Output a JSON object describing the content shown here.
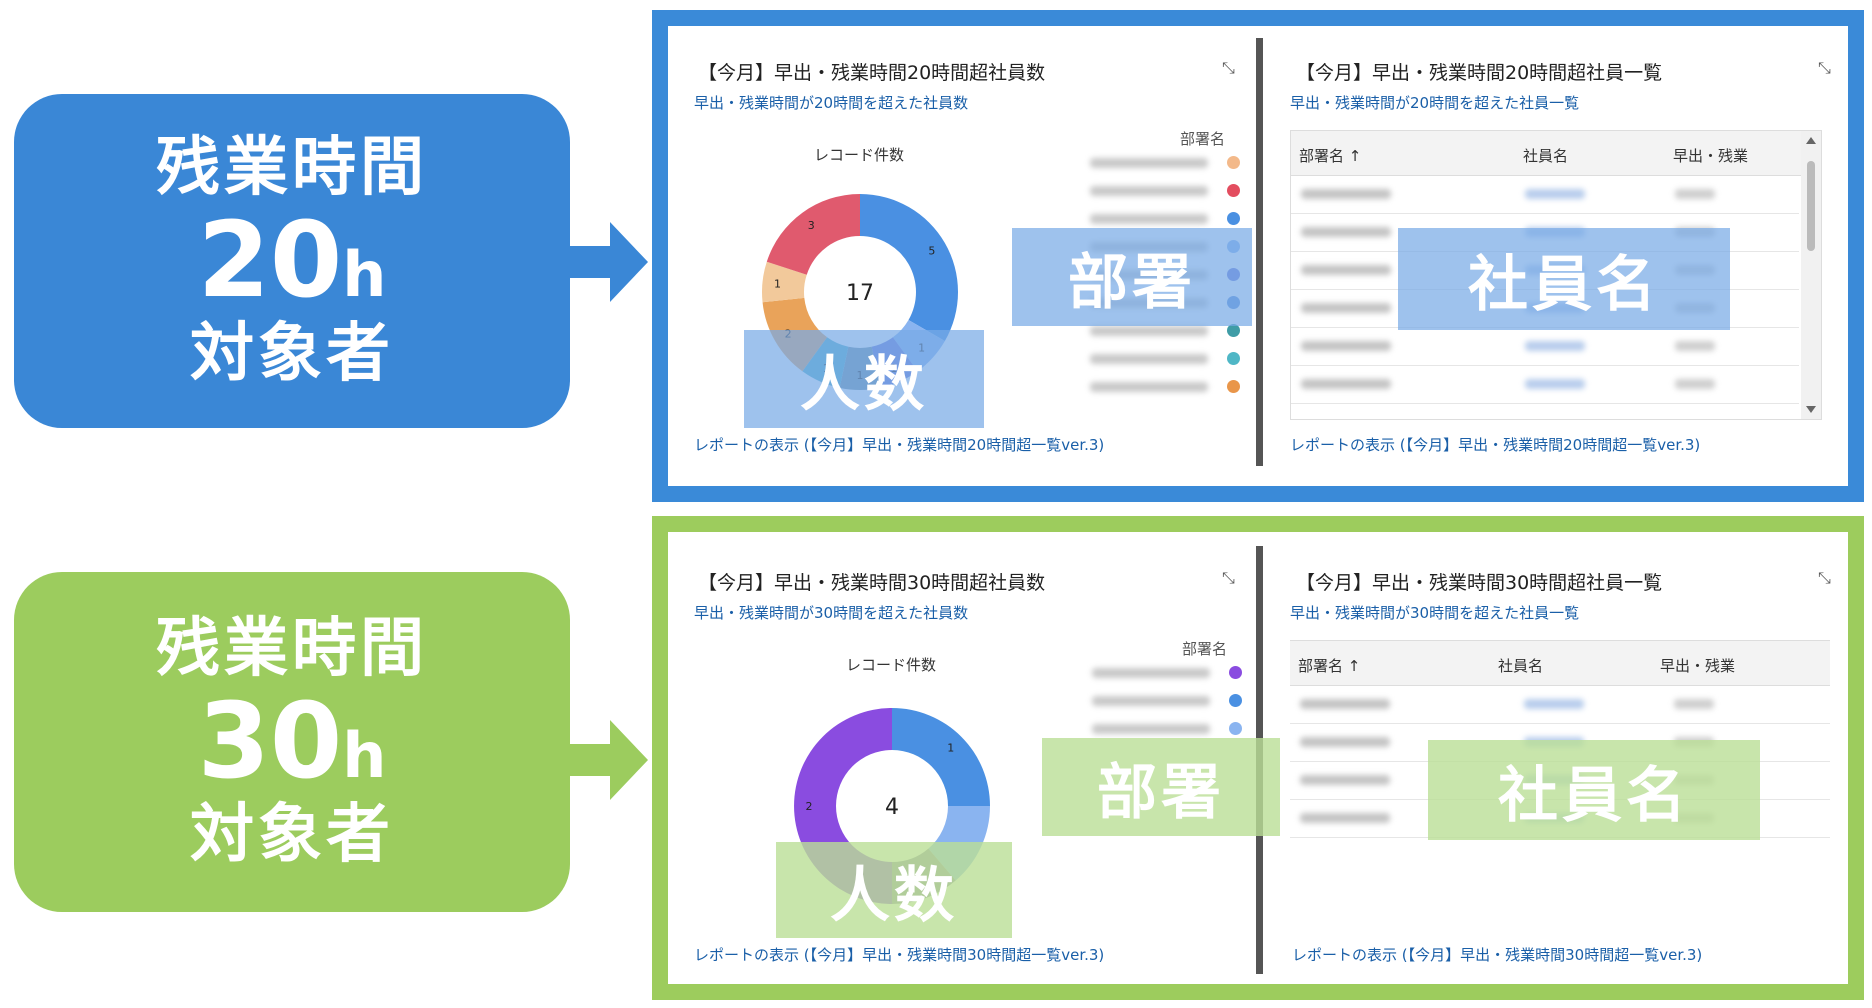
{
  "sections": [
    {
      "pill": {
        "line1": "残業時間",
        "hours": "20",
        "unit": "h",
        "line3": "対象者",
        "color": "#3a87d6"
      },
      "frame_color": "#3a8ad8",
      "chart_panel": {
        "title": "【今月】早出・残業時間20時間超社員数",
        "subtitle": "早出・残業時間が20時間を超えた社員数",
        "chart_label": "レコード件数",
        "legend_title": "部署名",
        "footer": "レポートの表示 (【今月】早出・残業時間20時間超一覧ver.3)",
        "expand_icon": "⤡"
      },
      "list_panel": {
        "title": "【今月】早出・残業時間20時間超社員一覧",
        "subtitle": "早出・残業時間が20時間を超えた社員一覧",
        "columns": [
          "部署名 ↑",
          "社員名",
          "早出・残業"
        ],
        "footer": "レポートの表示 (【今月】早出・残業時間20時間超一覧ver.3)",
        "expand_icon": "⤡"
      },
      "overlays": {
        "count": "人数",
        "dept": "部署",
        "employee": "社員名"
      }
    },
    {
      "pill": {
        "line1": "残業時間",
        "hours": "30",
        "unit": "h",
        "line3": "対象者",
        "color": "#9ccc5e"
      },
      "frame_color": "#9dcc5d",
      "chart_panel": {
        "title": "【今月】早出・残業時間30時間超社員数",
        "subtitle": "早出・残業時間が30時間を超えた社員数",
        "chart_label": "レコード件数",
        "legend_title": "部署名",
        "footer": "レポートの表示 (【今月】早出・残業時間30時間超一覧ver.3)",
        "expand_icon": "⤡"
      },
      "list_panel": {
        "title": "【今月】早出・残業時間30時間超社員一覧",
        "subtitle": "早出・残業時間が30時間を超えた社員一覧",
        "columns": [
          "部署名 ↑",
          "社員名",
          "早出・残業"
        ],
        "footer": "レポートの表示 (【今月】早出・残業時間30時間超一覧ver.3)",
        "expand_icon": "⤡"
      },
      "overlays": {
        "count": "人数",
        "dept": "部署",
        "employee": "社員名"
      }
    }
  ],
  "chart_data": [
    {
      "type": "pie",
      "donut": true,
      "title": "レコード件数",
      "total": "17",
      "slices": [
        {
          "value": 5,
          "label": "5",
          "color": "#4a90e2"
        },
        {
          "value": 1,
          "label": "1",
          "color": "#8ab4f0"
        },
        {
          "value": 1,
          "label": "1",
          "color": "#6e78d8"
        },
        {
          "value": 1,
          "label": "1",
          "color": "#6f8fa3"
        },
        {
          "value": 1,
          "label": "1",
          "color": "#4fb0c6"
        },
        {
          "value": 2,
          "label": "2",
          "color": "#e9a35a"
        },
        {
          "value": 1,
          "label": "1",
          "color": "#f2c99b"
        },
        {
          "value": 3,
          "label": "3",
          "color": "#e05a6e"
        }
      ]
    },
    {
      "type": "pie",
      "donut": true,
      "title": "レコード件数",
      "total": "4",
      "slices": [
        {
          "value": 1,
          "label": "1",
          "color": "#4a90e2"
        },
        {
          "value": 0.55,
          "label": "",
          "color": "#8ab4f0"
        },
        {
          "value": 0.45,
          "label": "",
          "color": "#8a86a8"
        },
        {
          "value": 2,
          "label": "2",
          "color": "#8a4ce0"
        }
      ]
    }
  ],
  "legends": [
    [
      "#f3b98a",
      "#e34d5f",
      "#4a90e2",
      "#8ab4f0",
      "#6e78d8",
      "#5a8bd8",
      "#3f9ca6",
      "#4fb7c6",
      "#e9964a"
    ],
    [
      "#8a4ce0",
      "#4a90e2",
      "#8ab4f0"
    ]
  ]
}
